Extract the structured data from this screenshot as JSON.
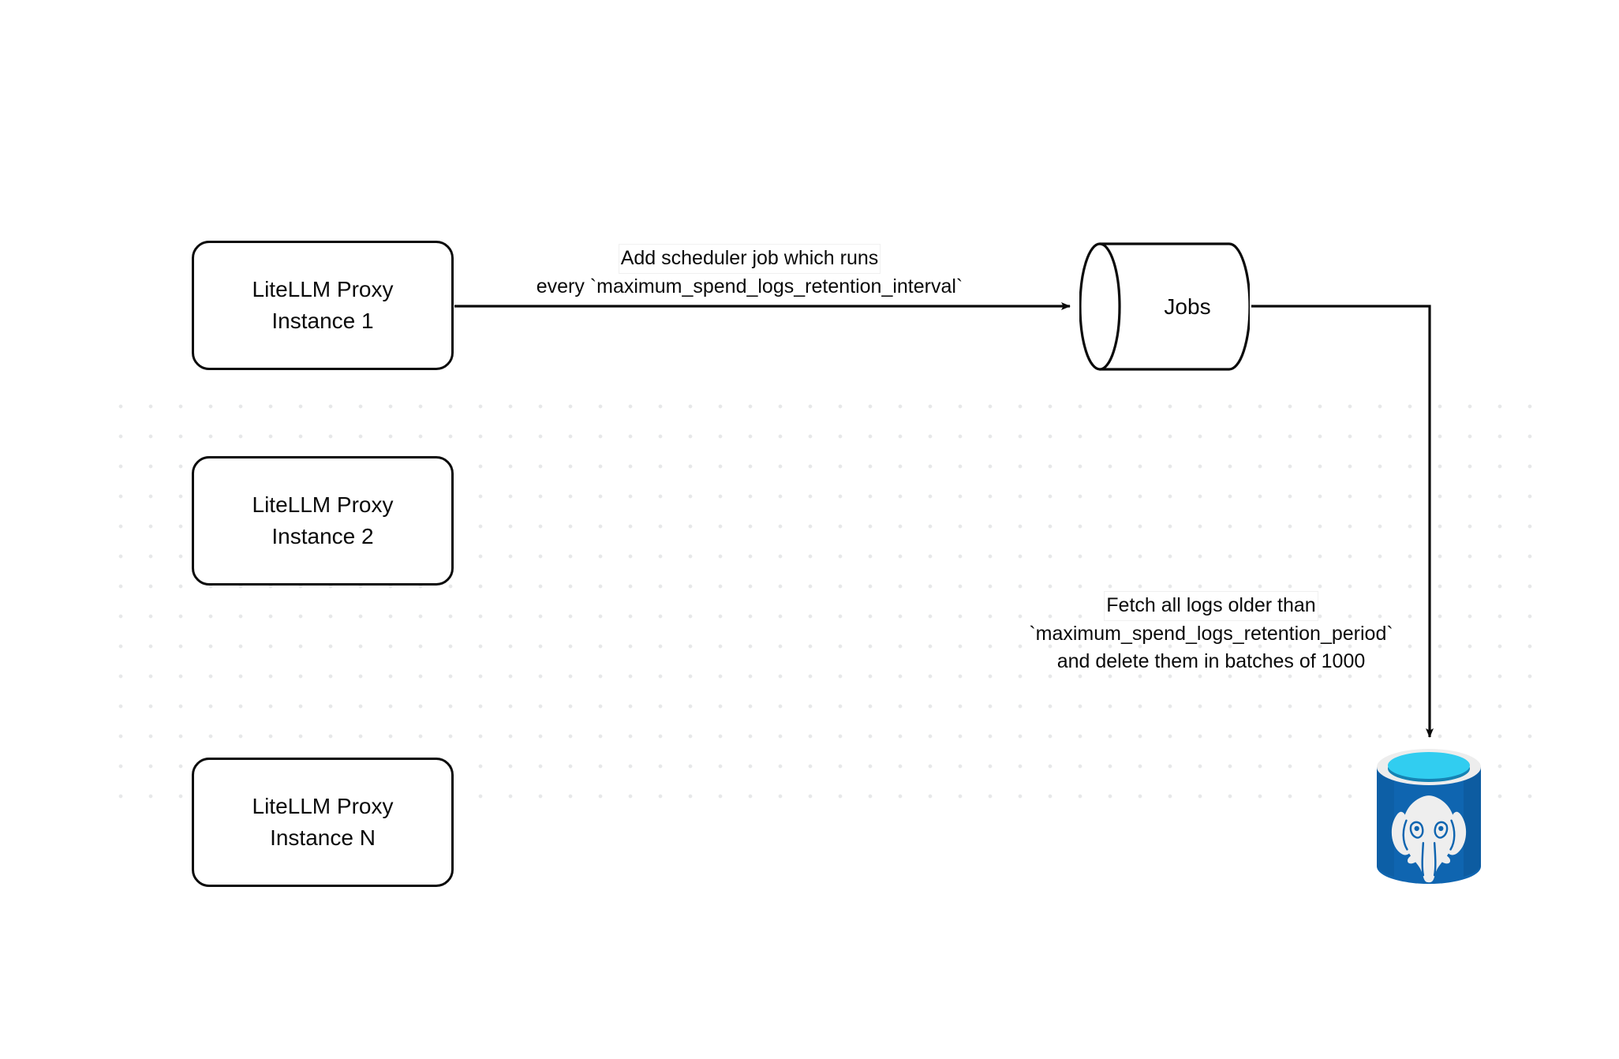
{
  "diagram": {
    "title": "LiteLLM spend logs retention scheduler flow",
    "background": {
      "color": "#ffffff",
      "grid_dot_color": "#e7e8e9",
      "grid_spacing": 38
    },
    "nodes": [
      {
        "id": "proxy-1",
        "name": "litellm-proxy-instance-1",
        "shape": "rounded-rectangle",
        "lines": [
          "LiteLLM Proxy",
          "Instance 1"
        ],
        "stroke": "#0a0a0a",
        "fill": "#ffffff"
      },
      {
        "id": "proxy-2",
        "name": "litellm-proxy-instance-2",
        "shape": "rounded-rectangle",
        "lines": [
          "LiteLLM Proxy",
          "Instance 2"
        ],
        "stroke": "#0a0a0a",
        "fill": "#ffffff"
      },
      {
        "id": "proxy-3",
        "name": "litellm-proxy-instance-n",
        "shape": "rounded-rectangle",
        "lines": [
          "LiteLLM Proxy",
          "Instance N"
        ],
        "stroke": "#0a0a0a",
        "fill": "#ffffff"
      },
      {
        "id": "jobs",
        "name": "jobs-queue",
        "shape": "cylinder-horizontal",
        "label": "Jobs",
        "stroke": "#0a0a0a",
        "fill": "#ffffff"
      },
      {
        "id": "postgres",
        "name": "postgresql-database",
        "shape": "database-cylinder",
        "label": "",
        "body_color": "#0f65b0",
        "body_color_dark": "#0c5595",
        "rim_color": "#ededed",
        "top_color": "#31cdf0",
        "top_shadow_color": "#1583b4",
        "elephant_color": "#eeeeee"
      }
    ],
    "edges": [
      {
        "id": "edge-proxy1-jobs",
        "name": "edge-proxy1-to-jobs",
        "from": "proxy-1",
        "to": "jobs",
        "arrow": "end",
        "label_lines": [
          "Add scheduler job which runs",
          "every `maximum_spend_logs_retention_interval`"
        ]
      },
      {
        "id": "edge-jobs-postgres",
        "name": "edge-jobs-to-postgres",
        "from": "jobs",
        "to": "postgres",
        "arrow": "end",
        "label_lines": [
          "Fetch all logs older than",
          "`maximum_spend_logs_retention_period`",
          "and delete them in batches of 1000"
        ]
      }
    ]
  }
}
